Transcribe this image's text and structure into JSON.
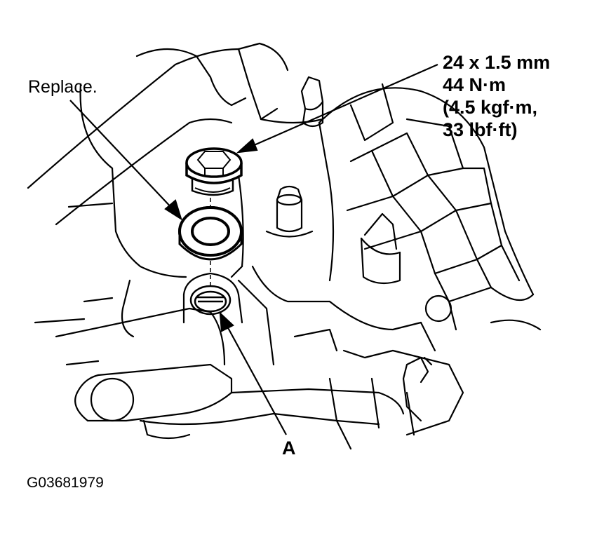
{
  "diagram": {
    "labels": {
      "replace": "Replace.",
      "spec": [
        "24 x 1.5 mm",
        "44 N·m",
        "(4.5 kgf·m,",
        "33 lbf·ft)"
      ],
      "part_a": "A",
      "figure_code": "G03681979"
    },
    "parts": [
      "bolt-icon",
      "washer-icon",
      "drain-hole-icon",
      "transmission-housing"
    ]
  }
}
